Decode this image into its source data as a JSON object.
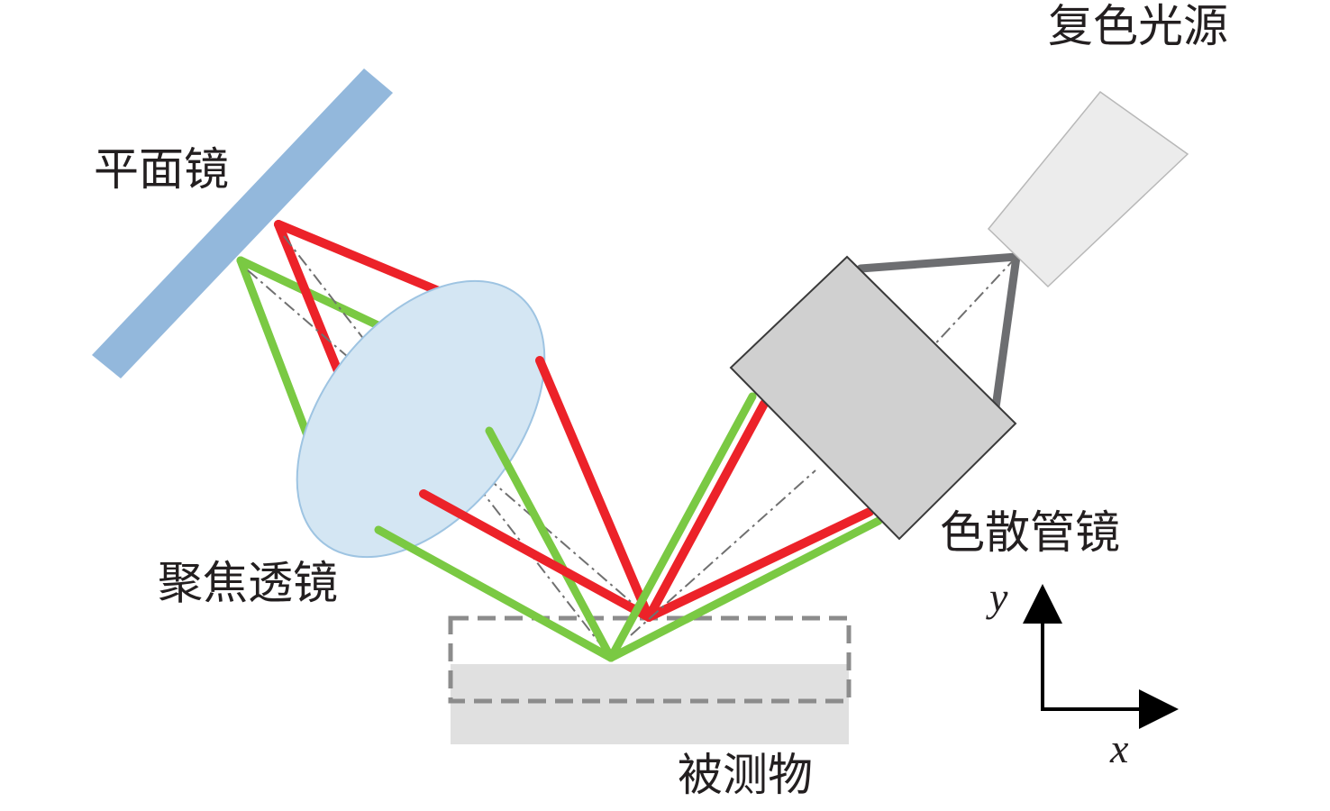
{
  "labels": {
    "light_source": "复色光源",
    "plane_mirror": "平面镜",
    "focusing_lens": "聚焦透镜",
    "dispersive_lens": "色散管镜",
    "object": "被测物"
  },
  "axes": {
    "x": "x",
    "y": "y"
  },
  "colors": {
    "mirror": "#93b8dc",
    "lens": "#d4e6f3",
    "lens_stroke": "#9ec4e2",
    "red_beam": "#ec2229",
    "green_beam": "#7ac943",
    "gray_beam": "#6d6e71",
    "source_fill": "#ececec",
    "dispersive_fill": "#d0d0d0",
    "object_fill": "#e0e0e0",
    "dashed": "#8c8c8c"
  }
}
